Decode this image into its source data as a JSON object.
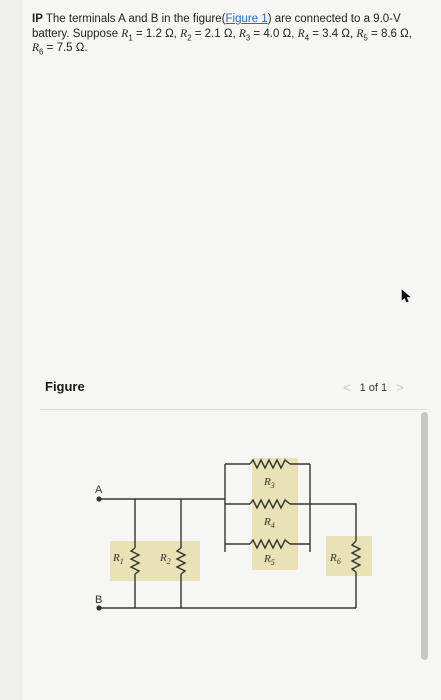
{
  "problem": {
    "lead": "IP",
    "text_1": " The terminals A and B in the figure(",
    "link": "Figure 1",
    "text_2": ") are connected to a 9.0-V battery. Suppose ",
    "resistors": [
      {
        "symbol": "R",
        "index": "1",
        "value": " = 1.2 Ω"
      },
      {
        "symbol": "R",
        "index": "2",
        "value": " = 2.1 Ω"
      },
      {
        "symbol": "R",
        "index": "3",
        "value": " = 4.0 Ω"
      },
      {
        "symbol": "R",
        "index": "4",
        "value": " = 3.4 Ω"
      },
      {
        "symbol": "R",
        "index": "5",
        "value": " = 8.6 Ω"
      },
      {
        "symbol": "R",
        "index": "6",
        "value": " = 7.5 Ω"
      }
    ],
    "sep": ", ",
    "end": "."
  },
  "figure": {
    "title": "Figure",
    "pager": {
      "prev": "<",
      "label": "1 of 1",
      "next": ">"
    },
    "labels": {
      "terminal_a": "A",
      "terminal_b": "B",
      "r1": "R",
      "r1_sub": "1",
      "r2": "R",
      "r2_sub": "2",
      "r3": "R",
      "r3_sub": "3",
      "r4": "R",
      "r4_sub": "4",
      "r5": "R",
      "r5_sub": "5",
      "r6": "R",
      "r6_sub": "6"
    }
  },
  "colors": {
    "wire": "#333333",
    "resistor_highlight": "#e8e2b4",
    "link": "#2a66b8"
  }
}
